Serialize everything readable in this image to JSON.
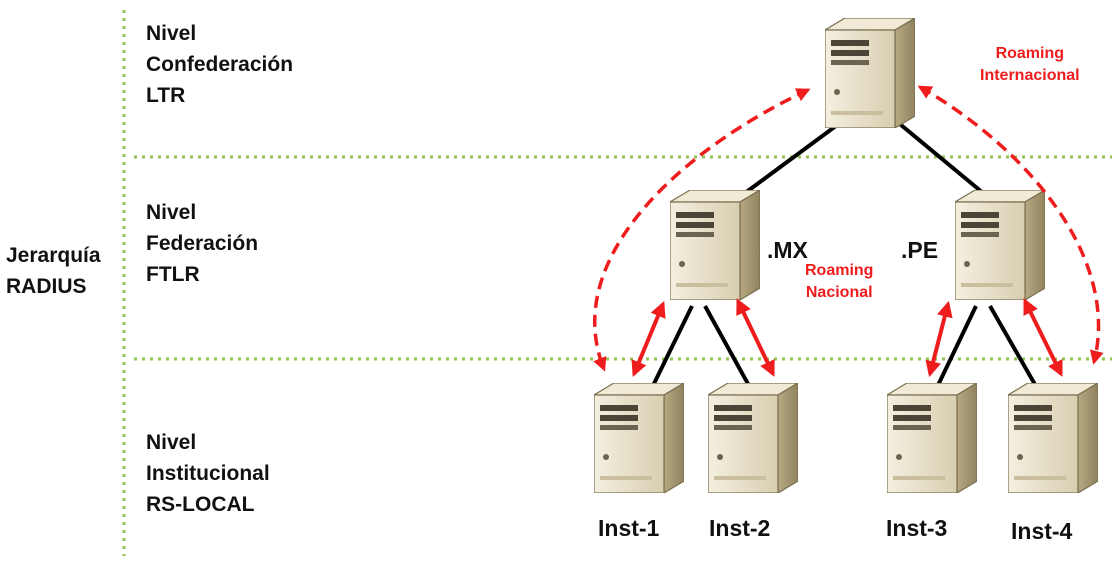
{
  "hierarchy": {
    "line1": "Jerarquía",
    "line2": "RADIUS"
  },
  "levels": [
    {
      "l1": "Nivel",
      "l2": "Confederación",
      "l3": "LTR"
    },
    {
      "l1": "Nivel",
      "l2": "Federación",
      "l3": "FTLR"
    },
    {
      "l1": "Nivel",
      "l2": "Institucional",
      "l3": "RS-LOCAL"
    }
  ],
  "federations": {
    "mx": ".MX",
    "pe": ".PE"
  },
  "roaming": {
    "national": {
      "l1": "Roaming",
      "l2": "Nacional"
    },
    "international": {
      "l1": "Roaming",
      "l2": "Internacional"
    }
  },
  "institutions": [
    "Inst-1",
    "Inst-2",
    "Inst-3",
    "Inst-4"
  ],
  "colors": {
    "divider": "#92c252",
    "arrow": "#ee1c1c",
    "server_front": "#e4dcc3",
    "server_side": "#b2a47c"
  }
}
